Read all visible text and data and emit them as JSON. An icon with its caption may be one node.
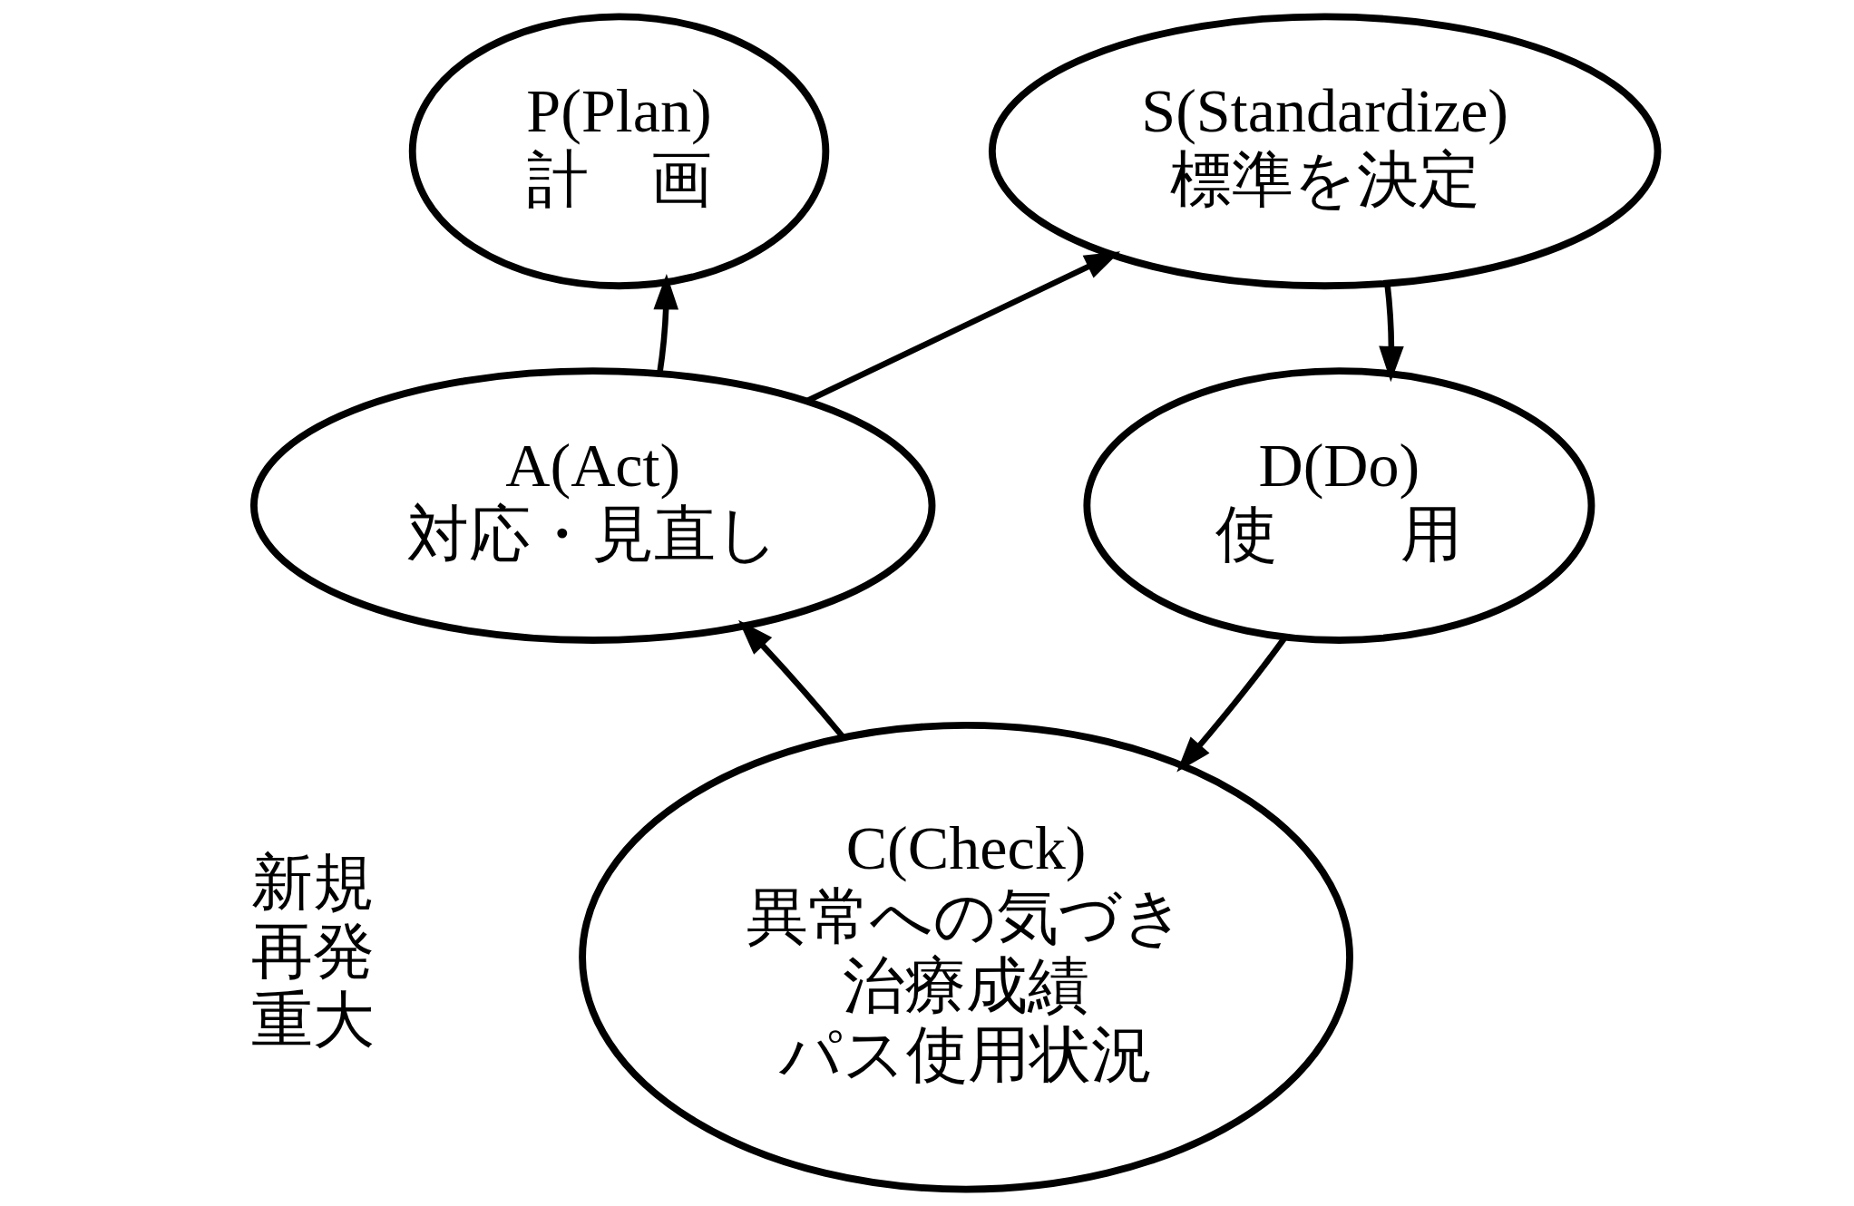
{
  "diagram": {
    "nodes": [
      {
        "text": [
          "P(Plan)",
          "計　画"
        ]
      },
      {
        "text": [
          "S(Standardize)",
          "標準を決定"
        ]
      },
      {
        "text": [
          "A(Act)",
          "対応・見直し"
        ]
      },
      {
        "text": [
          "D(Do)",
          "使　　用"
        ]
      },
      {
        "text": [
          "C(Check)",
          "異常への気づき",
          "治療成績",
          "パス使用状況"
        ]
      }
    ],
    "edges": [
      {
        "from": 2,
        "to": 0,
        "arrow": "to"
      },
      {
        "from": 2,
        "to": 1,
        "arrow": "to"
      },
      {
        "from": 1,
        "to": 3,
        "arrow": "to"
      },
      {
        "from": 3,
        "to": 4,
        "arrow": "to"
      },
      {
        "from": 4,
        "to": 2,
        "arrow": "to"
      }
    ],
    "labels": [
      "新規",
      "再発",
      "重大"
    ]
  }
}
